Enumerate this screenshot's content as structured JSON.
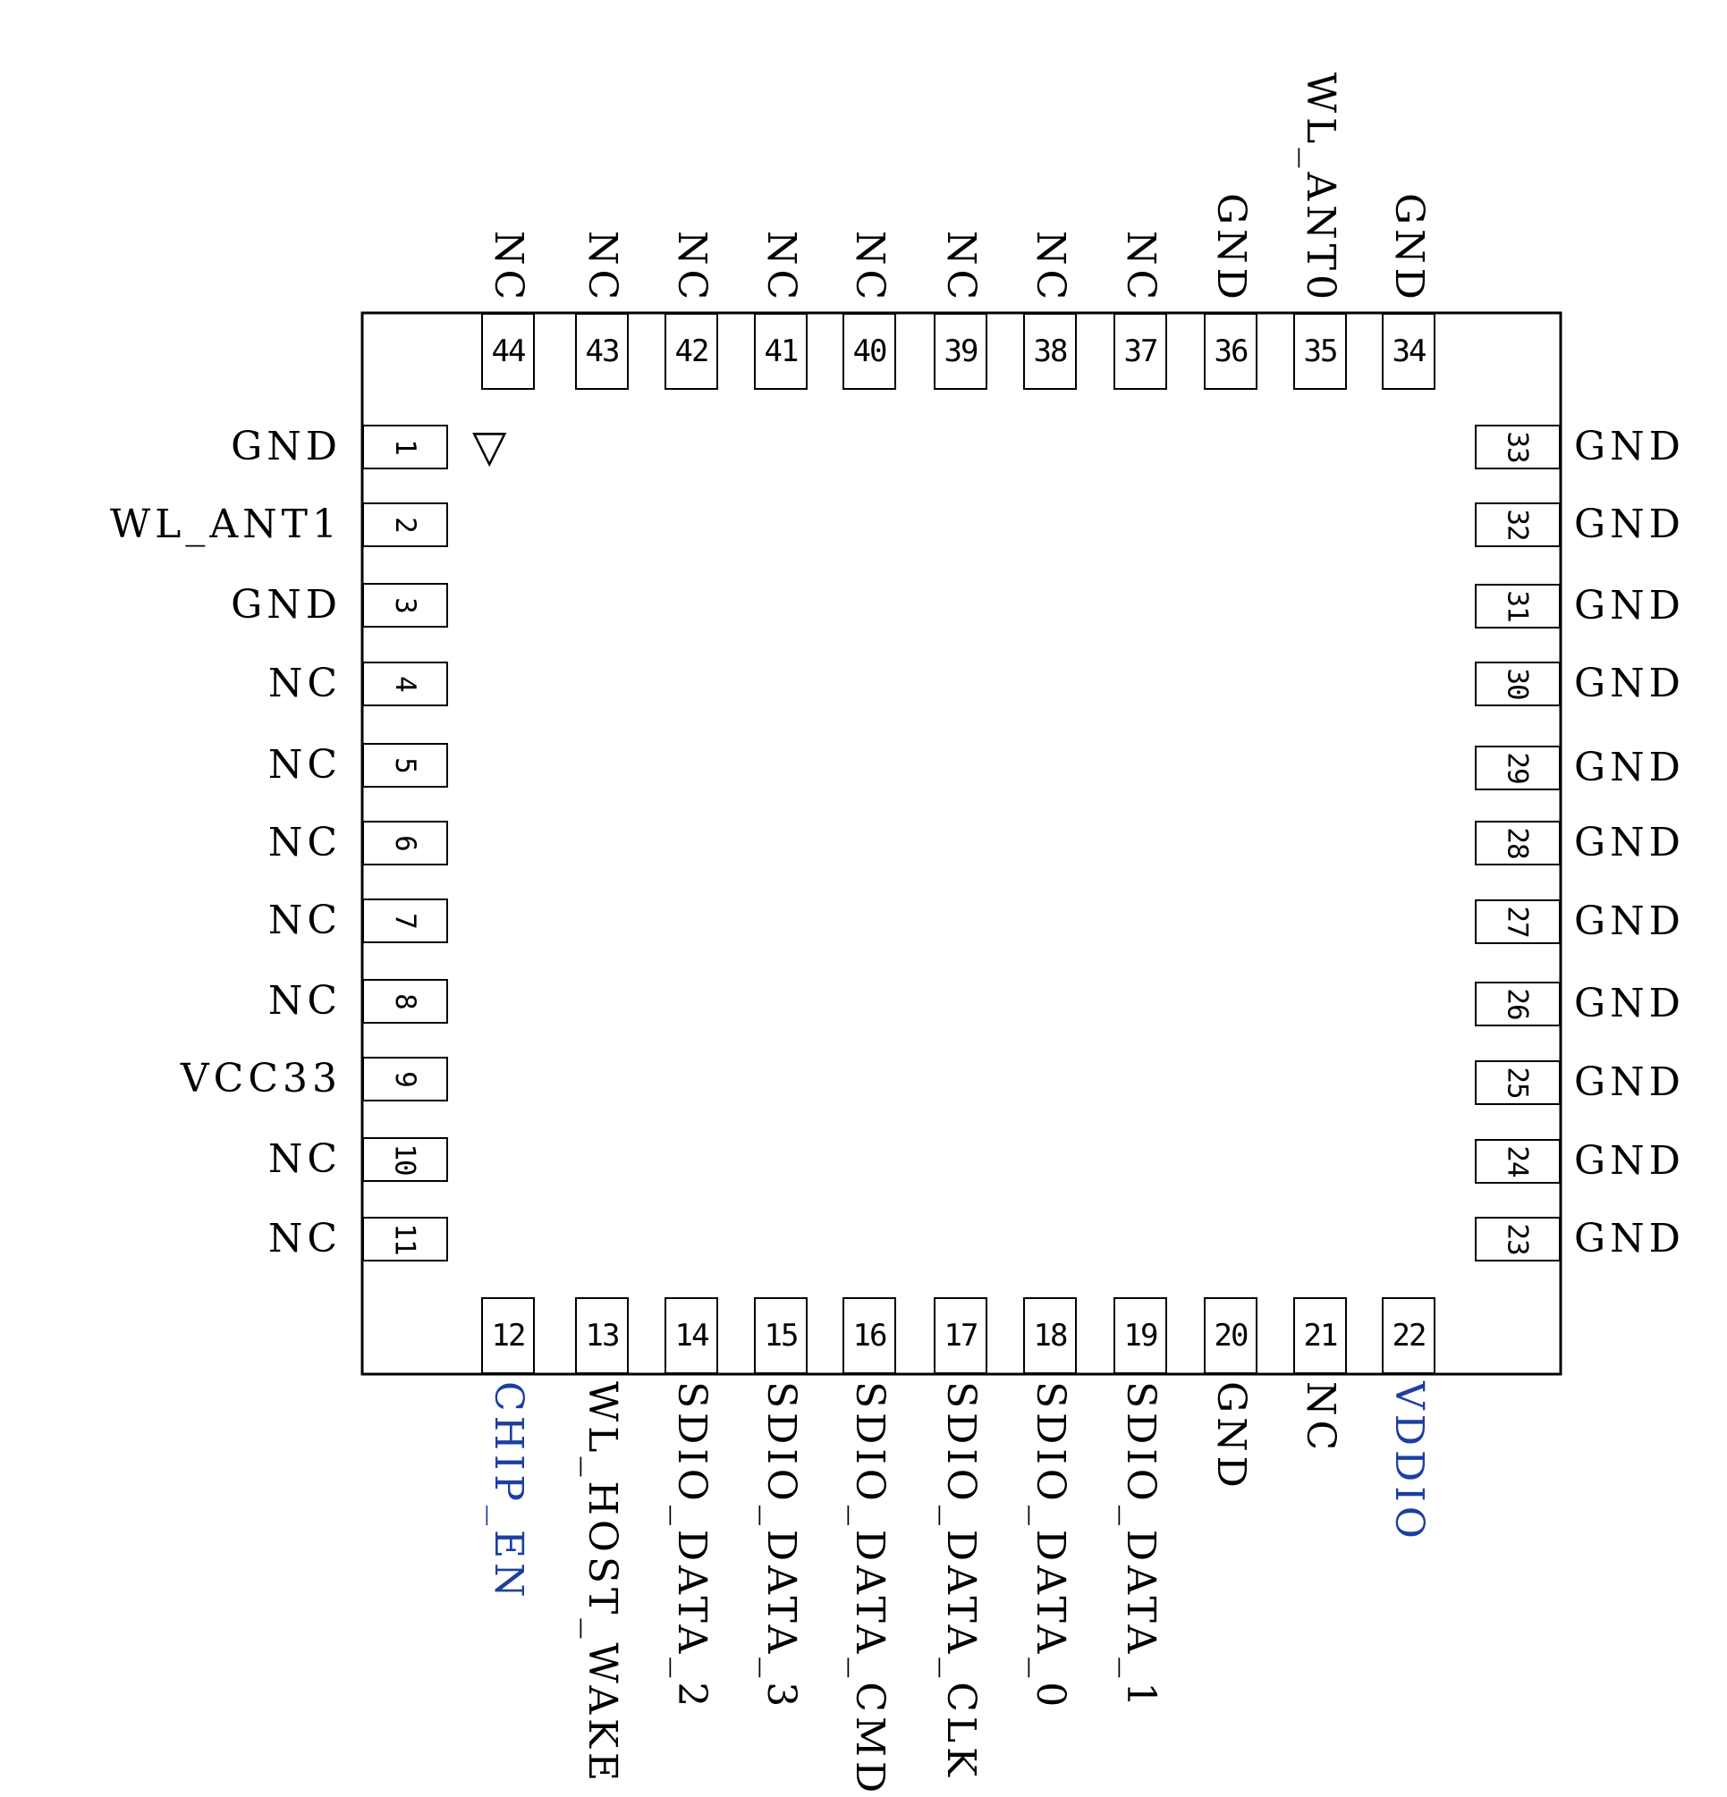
{
  "marker_symbol": "▽",
  "accent_color": "#1c3fa0",
  "pins": [
    {
      "num": "1",
      "label": "GND",
      "side": "left"
    },
    {
      "num": "2",
      "label": "WL_ANT1",
      "side": "left"
    },
    {
      "num": "3",
      "label": "GND",
      "side": "left"
    },
    {
      "num": "4",
      "label": "NC",
      "side": "left"
    },
    {
      "num": "5",
      "label": "NC",
      "side": "left"
    },
    {
      "num": "6",
      "label": "NC",
      "side": "left"
    },
    {
      "num": "7",
      "label": "NC",
      "side": "left"
    },
    {
      "num": "8",
      "label": "NC",
      "side": "left"
    },
    {
      "num": "9",
      "label": "VCC33",
      "side": "left"
    },
    {
      "num": "10",
      "label": "NC",
      "side": "left"
    },
    {
      "num": "11",
      "label": "NC",
      "side": "left"
    },
    {
      "num": "12",
      "label": "CHIP_EN",
      "side": "bottom",
      "accent": true
    },
    {
      "num": "13",
      "label": "WL_HOST_WAKE",
      "side": "bottom"
    },
    {
      "num": "14",
      "label": "SDIO_DATA_2",
      "side": "bottom"
    },
    {
      "num": "15",
      "label": "SDIO_DATA_3",
      "side": "bottom"
    },
    {
      "num": "16",
      "label": "SDIO_DATA_CMD",
      "side": "bottom"
    },
    {
      "num": "17",
      "label": "SDIO_DATA_CLK",
      "side": "bottom"
    },
    {
      "num": "18",
      "label": "SDIO_DATA_0",
      "side": "bottom"
    },
    {
      "num": "19",
      "label": "SDIO_DATA_1",
      "side": "bottom"
    },
    {
      "num": "20",
      "label": "GND",
      "side": "bottom"
    },
    {
      "num": "21",
      "label": "NC",
      "side": "bottom"
    },
    {
      "num": "22",
      "label": "VDDIO",
      "side": "bottom",
      "accent": true
    },
    {
      "num": "23",
      "label": "GND",
      "side": "right"
    },
    {
      "num": "24",
      "label": "GND",
      "side": "right"
    },
    {
      "num": "25",
      "label": "GND",
      "side": "right"
    },
    {
      "num": "26",
      "label": "GND",
      "side": "right"
    },
    {
      "num": "27",
      "label": "GND",
      "side": "right"
    },
    {
      "num": "28",
      "label": "GND",
      "side": "right"
    },
    {
      "num": "29",
      "label": "GND",
      "side": "right"
    },
    {
      "num": "30",
      "label": "GND",
      "side": "right"
    },
    {
      "num": "31",
      "label": "GND",
      "side": "right"
    },
    {
      "num": "32",
      "label": "GND",
      "side": "right"
    },
    {
      "num": "33",
      "label": "GND",
      "side": "right"
    },
    {
      "num": "34",
      "label": "GND",
      "side": "top"
    },
    {
      "num": "35",
      "label": "WL_ANT0",
      "side": "top"
    },
    {
      "num": "36",
      "label": "GND",
      "side": "top"
    },
    {
      "num": "37",
      "label": "NC",
      "side": "top"
    },
    {
      "num": "38",
      "label": "NC",
      "side": "top"
    },
    {
      "num": "39",
      "label": "NC",
      "side": "top"
    },
    {
      "num": "40",
      "label": "NC",
      "side": "top"
    },
    {
      "num": "41",
      "label": "NC",
      "side": "top"
    },
    {
      "num": "42",
      "label": "NC",
      "side": "top"
    },
    {
      "num": "43",
      "label": "NC",
      "side": "top"
    },
    {
      "num": "44",
      "label": "NC",
      "side": "top"
    }
  ]
}
